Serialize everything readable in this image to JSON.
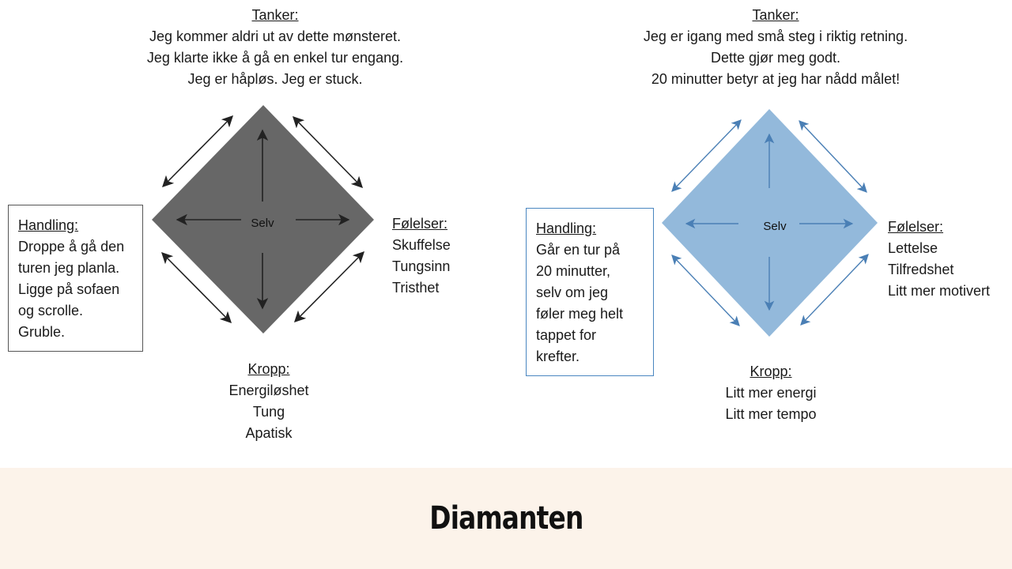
{
  "left": {
    "thoughts": {
      "heading": "Tanker:",
      "lines": [
        "Jeg kommer aldri ut av dette mønsteret.",
        "Jeg klarte ikke å gå en enkel tur engang.",
        "Jeg er håpløs. Jeg er stuck."
      ]
    },
    "action": {
      "heading": "Handling:",
      "lines": [
        "Droppe å gå den",
        "turen jeg planla.",
        "Ligge på sofaen",
        "og scrolle.",
        "Gruble."
      ]
    },
    "feelings": {
      "heading": "Følelser:",
      "lines": [
        "Skuffelse",
        "Tungsinn",
        "Tristhet"
      ]
    },
    "body": {
      "heading": "Kropp:",
      "lines": [
        "Energiløshet",
        "Tung",
        "Apatisk"
      ]
    },
    "center_label": "Selv",
    "diamond_color": "#676767",
    "arrow_color": "#222222"
  },
  "right": {
    "thoughts": {
      "heading": "Tanker:",
      "lines": [
        "Jeg er igang med små steg i riktig retning.",
        "Dette gjør meg godt.",
        "20 minutter betyr at jeg har nådd målet!"
      ]
    },
    "action": {
      "heading": "Handling:",
      "lines": [
        "Går en tur på",
        "20 minutter,",
        "selv om jeg",
        "føler meg helt",
        "tappet for",
        "krefter."
      ]
    },
    "feelings": {
      "heading": "Følelser:",
      "lines": [
        "Lettelse",
        "Tilfredshet",
        "Litt mer motivert"
      ]
    },
    "body": {
      "heading": "Kropp:",
      "lines": [
        "Litt mer energi",
        "Litt mer tempo"
      ]
    },
    "center_label": "Selv",
    "diamond_color": "#93b9db",
    "arrow_color": "#4a7fb5"
  },
  "footer": {
    "title": "Diamanten",
    "background": "#fcf3ea"
  }
}
